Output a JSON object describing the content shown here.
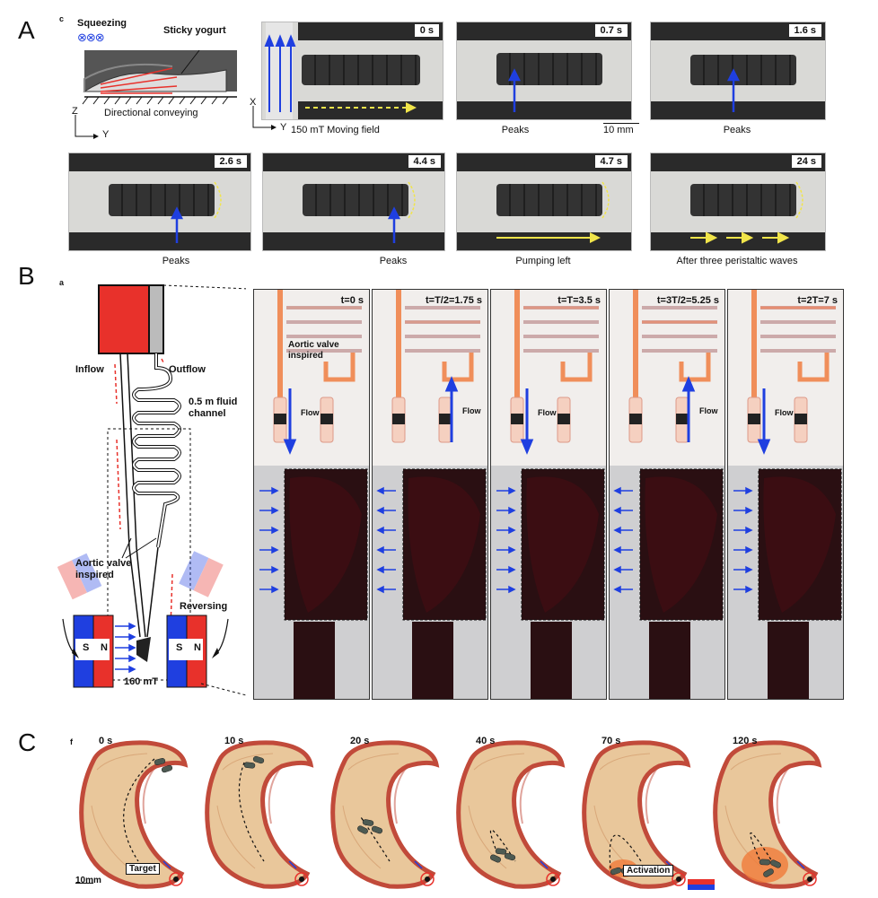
{
  "panels": {
    "a": "A",
    "b": "B",
    "c": "C"
  },
  "sublabels": {
    "a": "c",
    "b": "a",
    "c": "f"
  },
  "panelA": {
    "schematic": {
      "squeezing": "Squeezing",
      "sticky": "Sticky yogurt",
      "conveying": "Directional conveying",
      "axis_z": "Z",
      "axis_y": "Y"
    },
    "field": {
      "label": "150 mT Moving field",
      "axis_x": "X",
      "axis_y": "Y"
    },
    "scalebar": "10 mm",
    "frames": [
      {
        "time": "0 s",
        "caption": ""
      },
      {
        "time": "0.7 s",
        "caption": "Peaks"
      },
      {
        "time": "1.6 s",
        "caption": "Peaks"
      },
      {
        "time": "2.6 s",
        "caption": "Peaks"
      },
      {
        "time": "4.4 s",
        "caption": "Peaks"
      },
      {
        "time": "4.7 s",
        "caption": "Pumping left"
      },
      {
        "time": "24 s",
        "caption": "After three peristaltic waves"
      }
    ]
  },
  "panelB": {
    "inflow": "Inflow",
    "outflow": "Outflow",
    "channel": "0.5 m fluid channel",
    "valve": "Aortic valve inspired",
    "reversing": "Reversing",
    "field": "160 mT",
    "magnet_s": "S",
    "magnet_n": "N",
    "valve_photo": "Aortic valve inspired",
    "flow": "Flow",
    "frames": [
      {
        "time": "t=0 s",
        "flow_dir": "down",
        "field_dir": "right"
      },
      {
        "time": "t=T/2=1.75 s",
        "flow_dir": "up",
        "field_dir": "left"
      },
      {
        "time": "t=T=3.5 s",
        "flow_dir": "down",
        "field_dir": "right"
      },
      {
        "time": "t=3T/2=5.25 s",
        "flow_dir": "up",
        "field_dir": "left"
      },
      {
        "time": "t=2T=7 s",
        "flow_dir": "down",
        "field_dir": "right"
      }
    ]
  },
  "panelC": {
    "scalebar": "10mm",
    "target": "Target",
    "activation": "Activation",
    "frames": [
      {
        "time": "0 s"
      },
      {
        "time": "10 s"
      },
      {
        "time": "20 s"
      },
      {
        "time": "40 s"
      },
      {
        "time": "70 s"
      },
      {
        "time": "120 s"
      }
    ]
  },
  "colors": {
    "red": "#e8312b",
    "blue": "#1f3fe0",
    "yellow": "#f1e54a",
    "orange": "#f07a3a",
    "stomach": "#e9c79b"
  }
}
